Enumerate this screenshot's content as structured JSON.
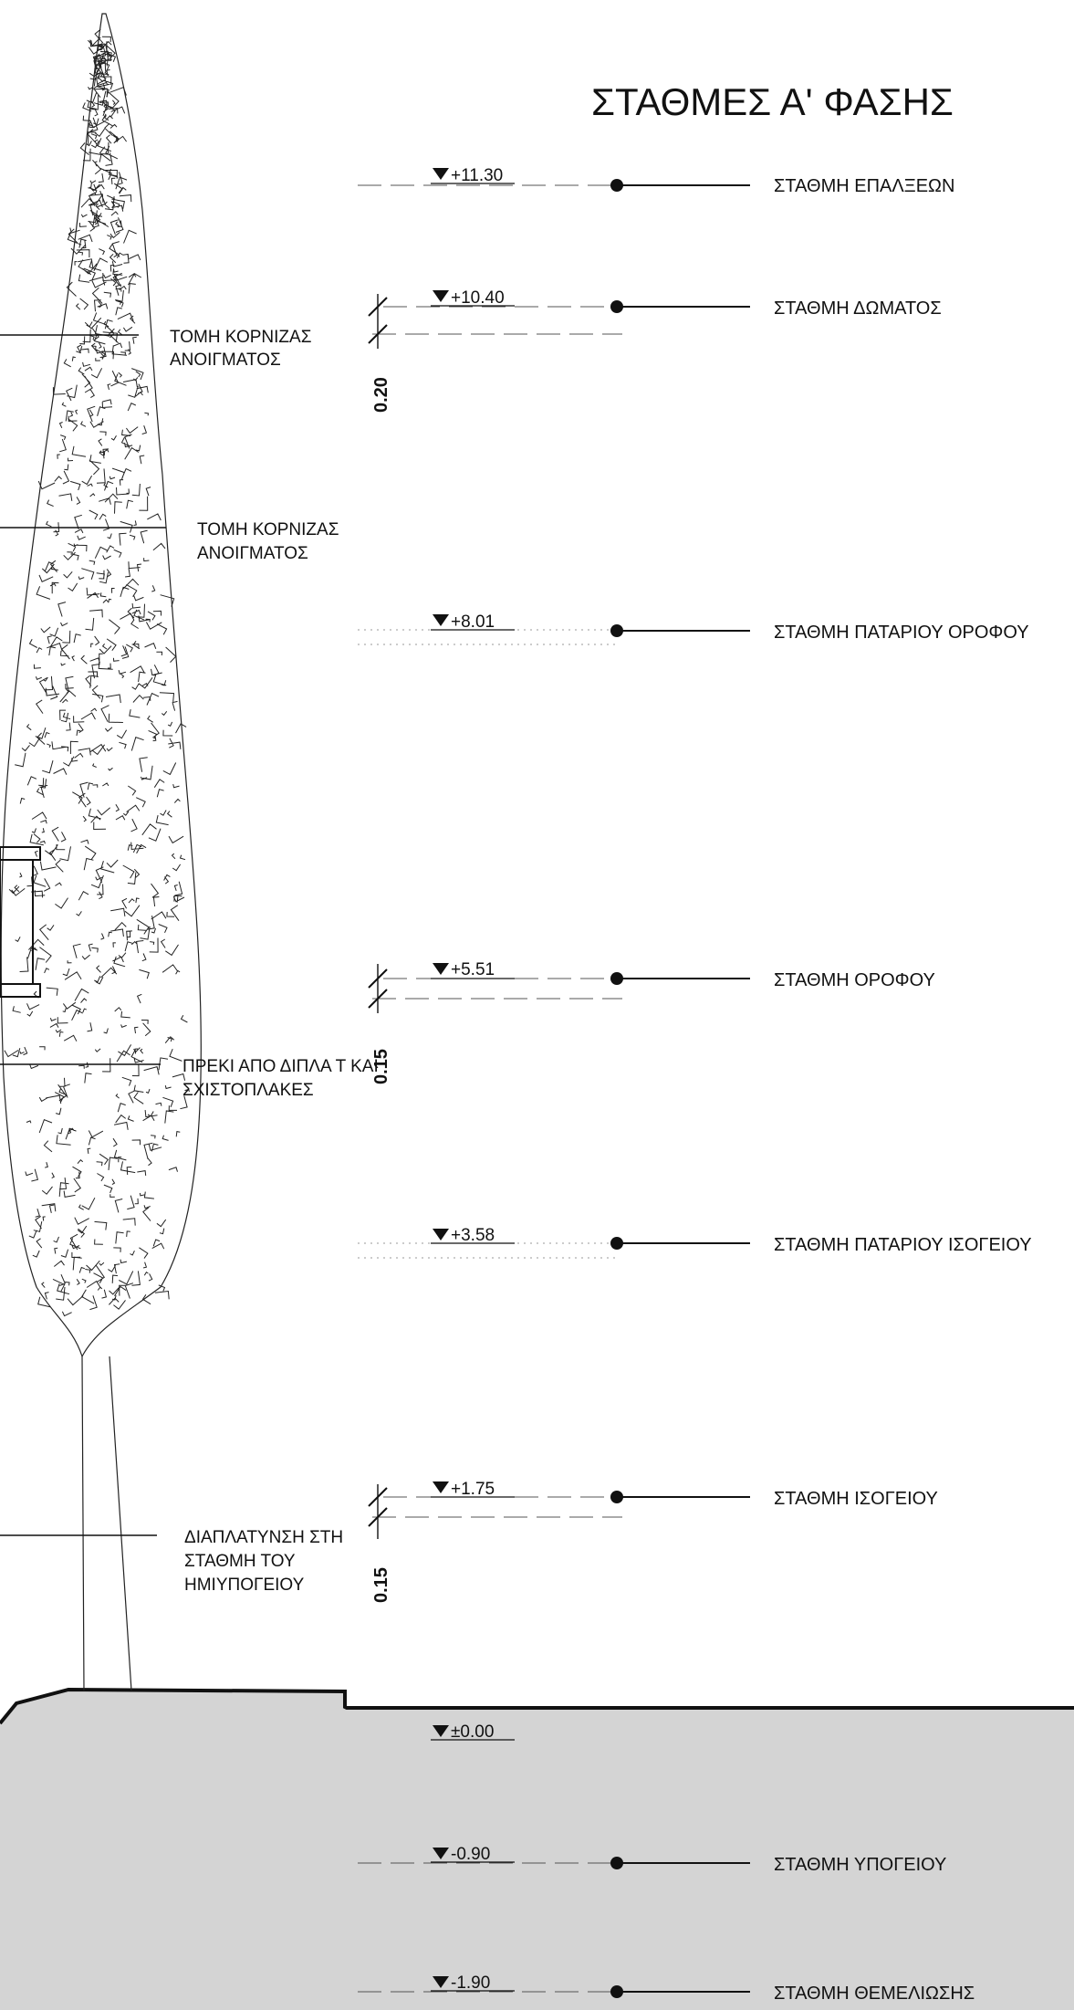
{
  "title": "ΣΤΑΘΜΕΣ Α' ΦΑΣΗΣ",
  "levels": [
    {
      "value": "+11.30",
      "name": "ΣΤΑΘΜΗ ΕΠΑΛΞΕΩΝ"
    },
    {
      "value": "+10.40",
      "name": "ΣΤΑΘΜΗ ΔΩΜΑΤΟΣ"
    },
    {
      "value": "+8.01",
      "name": "ΣΤΑΘΜΗ ΠΑΤΑΡΙΟΥ ΟΡΟΦΟΥ"
    },
    {
      "value": "+5.51",
      "name": "ΣΤΑΘΜΗ ΟΡΟΦΟΥ"
    },
    {
      "value": "+3.58",
      "name": "ΣΤΑΘΜΗ ΠΑΤΑΡΙΟΥ ΙΣΟΓΕΙΟΥ"
    },
    {
      "value": "+1.75",
      "name": "ΣΤΑΘΜΗ ΙΣΟΓΕΙΟΥ"
    },
    {
      "value": "±0.00",
      "name": ""
    },
    {
      "value": "-0.90",
      "name": "ΣΤΑΘΜΗ ΥΠΟΓΕΙΟΥ"
    },
    {
      "value": "-1.90",
      "name": "ΣΤΑΘΜΗ ΘΕΜΕΛΙΩΣΗΣ"
    }
  ],
  "notes": {
    "cornice_1": [
      "ΤΟΜΗ ΚΟΡΝΙΖΑΣ",
      "ΑΝΟΙΓΜΑΤΟΣ"
    ],
    "cornice_2": [
      "ΤΟΜΗ ΚΟΡΝΙΖΑΣ",
      "ΑΝΟΙΓΜΑΤΟΣ"
    ],
    "lintel": [
      "ΠΡΕΚΙ ΑΠΟ ΔΙΠΛΑ Τ ΚΑΙ",
      "ΣΧΙΣΤΟΠΛΑΚΕΣ"
    ],
    "widening": [
      "ΔΙΑΠΛΑΤΥΝΣΗ ΣΤΗ",
      "ΣΤΑΘΜΗ ΤΟΥ",
      "ΗΜΙΥΠΟΓΕΙΟΥ"
    ]
  },
  "dimensions": {
    "roof_slab": "0.20",
    "first_floor_slab": "0.15",
    "ground_floor_slab": "0.15"
  },
  "colors": {
    "ground_fill": "#d4d4d4",
    "line": "#111111"
  }
}
